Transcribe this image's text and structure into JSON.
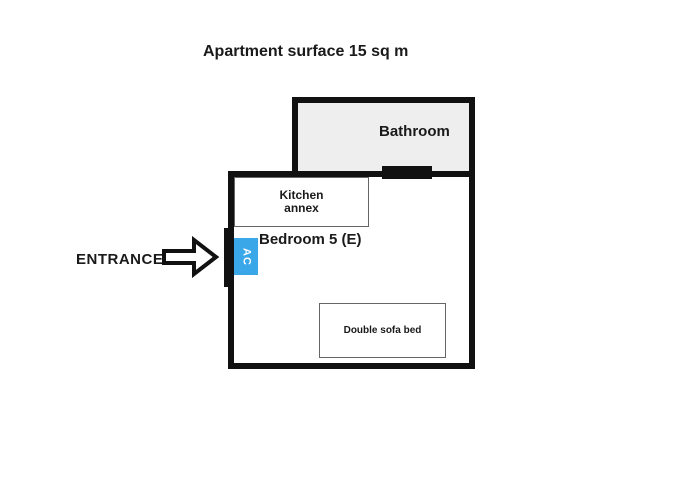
{
  "title": "Apartment surface 15 sq m",
  "entrance": {
    "label": "ENTRANCE",
    "arrow_icon": "arrow-right-outline"
  },
  "rooms": {
    "bathroom": {
      "label": "Bathroom",
      "fill": "#eeeeee"
    },
    "bedroom": {
      "label": "Bedroom 5 (E)"
    },
    "kitchen": {
      "label_line1": "Kitchen",
      "label_line2": "annex"
    },
    "sofa": {
      "label": "Double sofa bed"
    },
    "ac": {
      "label": "AC",
      "color": "#3aa7e8"
    }
  },
  "colors": {
    "wall": "#111111",
    "thin_border": "#666666",
    "background": "#ffffff"
  }
}
